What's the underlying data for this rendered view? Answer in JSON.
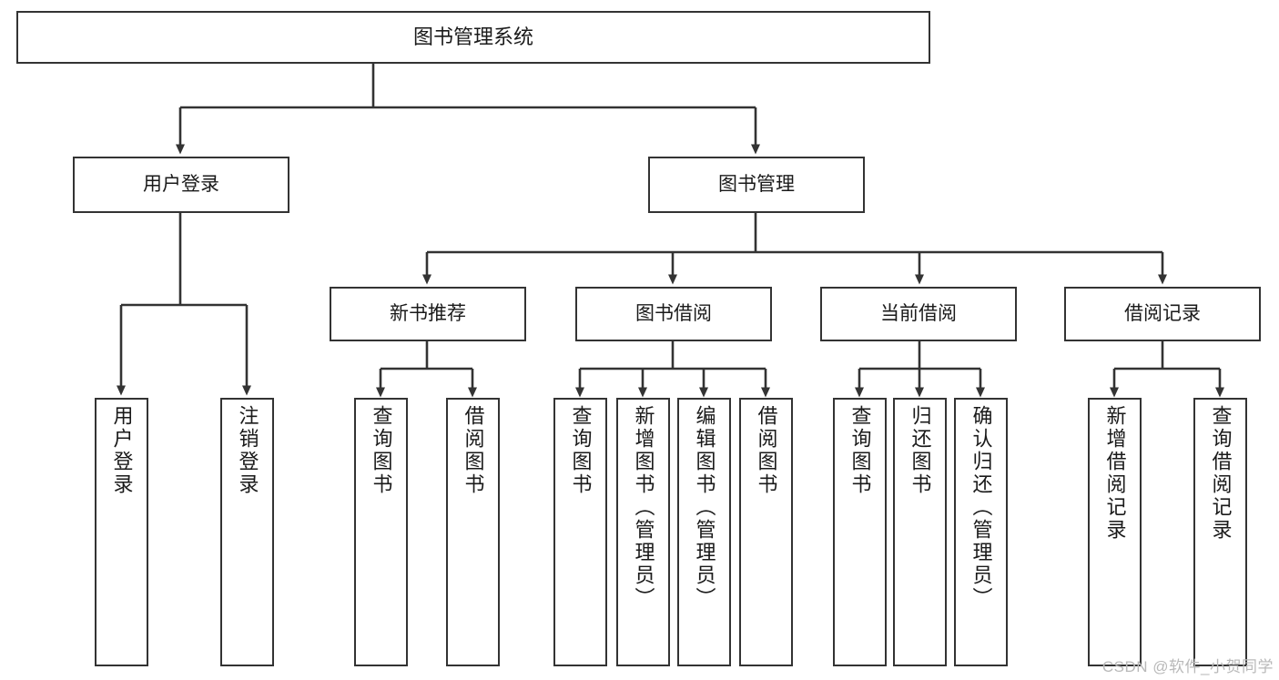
{
  "diagram": {
    "type": "tree",
    "title": "图书管理系统",
    "watermark": "CSDN @软件_小贺同学",
    "colors": {
      "stroke": "#333333",
      "fill": "#ffffff",
      "text": "#1a1a1a",
      "watermark": "#b9b9b9"
    },
    "levels": {
      "root": {
        "label": "图书管理系统"
      },
      "level2": [
        {
          "id": "user-login",
          "label": "用户登录"
        },
        {
          "id": "book-manage",
          "label": "图书管理"
        }
      ],
      "level3": [
        {
          "id": "new-book-recommend",
          "label": "新书推荐",
          "parent": "book-manage"
        },
        {
          "id": "book-borrow",
          "label": "图书借阅",
          "parent": "book-manage"
        },
        {
          "id": "current-borrow",
          "label": "当前借阅",
          "parent": "book-manage"
        },
        {
          "id": "borrow-record",
          "label": "借阅记录",
          "parent": "book-manage"
        }
      ],
      "leaves": [
        {
          "id": "leaf-user-login",
          "label": "用户登录",
          "parent": "user-login"
        },
        {
          "id": "leaf-user-logout",
          "label": "注销登录",
          "parent": "user-login"
        },
        {
          "id": "leaf-query-book-1",
          "label": "查询图书",
          "parent": "new-book-recommend"
        },
        {
          "id": "leaf-borrow-book-1",
          "label": "借阅图书",
          "parent": "new-book-recommend"
        },
        {
          "id": "leaf-query-book-2",
          "label": "查询图书",
          "parent": "book-borrow"
        },
        {
          "id": "leaf-add-book",
          "label": "新增图书（管理员）",
          "parent": "book-borrow"
        },
        {
          "id": "leaf-edit-book",
          "label": "编辑图书（管理员）",
          "parent": "book-borrow"
        },
        {
          "id": "leaf-borrow-book-2",
          "label": "借阅图书",
          "parent": "book-borrow"
        },
        {
          "id": "leaf-query-book-3",
          "label": "查询图书",
          "parent": "current-borrow"
        },
        {
          "id": "leaf-return-book",
          "label": "归还图书",
          "parent": "current-borrow"
        },
        {
          "id": "leaf-confirm-return",
          "label": "确认归还（管理员）",
          "parent": "current-borrow"
        },
        {
          "id": "leaf-add-borrow-record",
          "label": "新增借阅记录",
          "parent": "borrow-record"
        },
        {
          "id": "leaf-query-borrow-record",
          "label": "查询借阅记录",
          "parent": "borrow-record"
        }
      ]
    }
  }
}
